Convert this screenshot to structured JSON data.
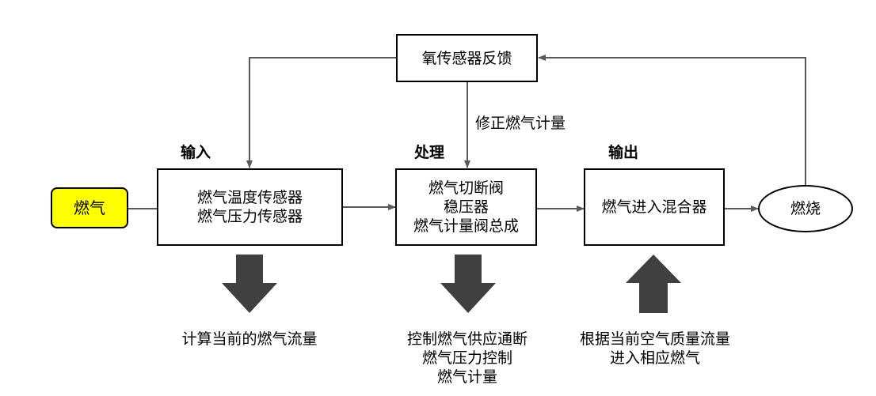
{
  "nodes": {
    "gas": "燃气",
    "input_box": [
      "燃气温度传感器",
      "燃气压力传感器"
    ],
    "process_box": [
      "燃气切断阀",
      "稳压器",
      "燃气计量阀总成"
    ],
    "output_box": "燃气进入混合器",
    "combustion": "燃烧",
    "feedback": "氧传感器反馈"
  },
  "labels": {
    "correction": "修正燃气计量",
    "stage_input": "输入",
    "stage_process": "处理",
    "stage_output": "输出"
  },
  "notes": {
    "input": [
      "计算当前的燃气流量"
    ],
    "process": [
      "控制燃气供应通断",
      "燃气压力控制",
      "燃气计量"
    ],
    "output": [
      "根据当前空气质量流量",
      "进入相应燃气"
    ]
  },
  "colors": {
    "gas_fill": "#ffff00",
    "line": "#595959",
    "big_arrow": "#404040"
  }
}
